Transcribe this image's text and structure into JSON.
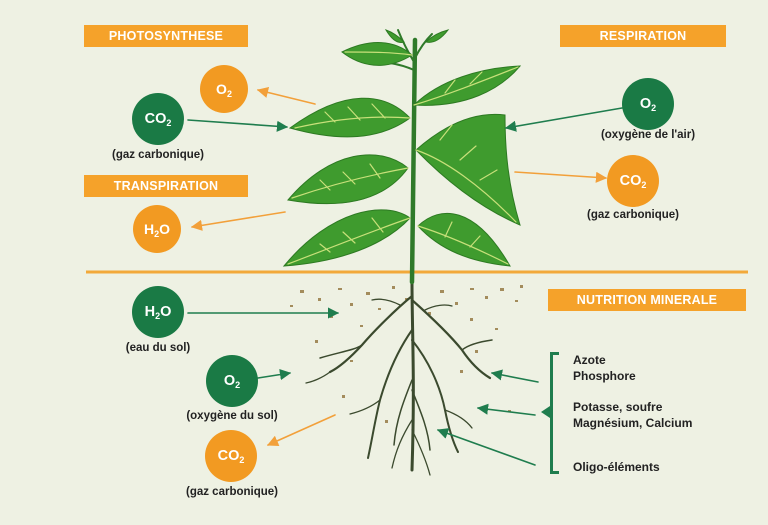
{
  "colors": {
    "background": "#eef1e3",
    "orange": "#f29a22",
    "green": "#1a7a45",
    "leaf": "#3f9b2e",
    "leaf_vein": "#c8e07a",
    "stem": "#2f7a2a",
    "ground_line": "#f2a93a",
    "root": "#3b4a2e",
    "arrow_orange": "#f2a03a",
    "arrow_green": "#1f7d4e"
  },
  "sections": {
    "photosynthese": "PHOTOSYNTHESE",
    "respiration": "RESPIRATION",
    "transpiration": "TRANSPIRATION",
    "nutrition": "NUTRITION MINERALE"
  },
  "molecules": {
    "o2_photo": {
      "base": "O",
      "sub": "2"
    },
    "co2_photo": {
      "base": "CO",
      "sub": "2",
      "label": "(gaz carbonique)"
    },
    "h2o_transp": {
      "pre": "H",
      "sub": "2",
      "post": "O"
    },
    "o2_resp": {
      "base": "O",
      "sub": "2",
      "label": "(oxygène de l'air)"
    },
    "co2_resp": {
      "base": "CO",
      "sub": "2",
      "label": "(gaz carbonique)"
    },
    "h2o_sol": {
      "pre": "H",
      "sub": "2",
      "post": "O",
      "label": "(eau du sol)"
    },
    "o2_sol": {
      "base": "O",
      "sub": "2",
      "label": "(oxygène du sol)"
    },
    "co2_sol": {
      "base": "CO",
      "sub": "2",
      "label": "(gaz carbonique)"
    }
  },
  "nutrients": {
    "azote": "Azote",
    "phosphore": "Phosphore",
    "potasse": "Potasse, soufre",
    "magnesium": "Magnésium, Calcium",
    "oligo": "Oligo-éléments"
  }
}
